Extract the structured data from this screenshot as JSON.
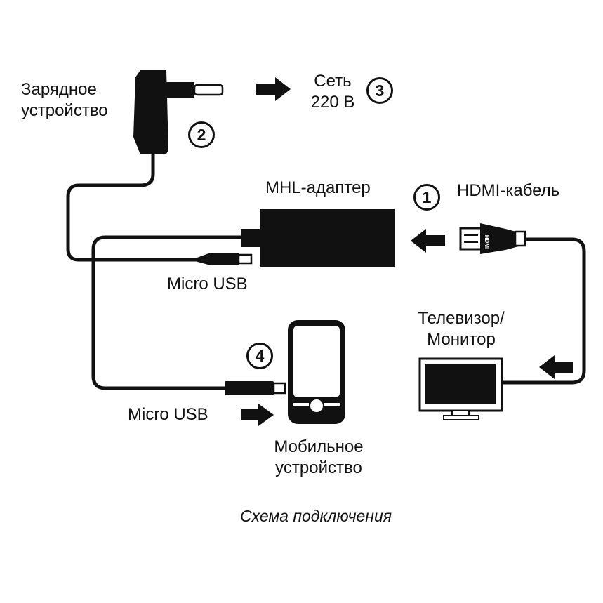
{
  "labels": {
    "charger": [
      "Зарядное",
      "устройство"
    ],
    "network": [
      "Сеть",
      "220 В"
    ],
    "mhl_adapter": "MHL-адаптер",
    "hdmi_cable": "HDMI-кабель",
    "micro_usb_top": "Micro USB",
    "tv_monitor": [
      "Телевизор/",
      "Монитор"
    ],
    "micro_usb_bottom": "Micro USB",
    "mobile_device": [
      "Мобильное",
      "устройство"
    ],
    "hdmi_plug_mark": "HDMI"
  },
  "steps": [
    "1",
    "2",
    "3",
    "4"
  ],
  "caption": "Схема подключения",
  "colors": {
    "ink": "#111111",
    "background": "#ffffff"
  },
  "icons": [
    "charger-icon",
    "mhl-adapter-icon",
    "hdmi-plug-icon",
    "micro-usb-plug-icon",
    "smartphone-icon",
    "tv-monitor-icon",
    "arrow-right-icon",
    "arrow-left-icon"
  ]
}
